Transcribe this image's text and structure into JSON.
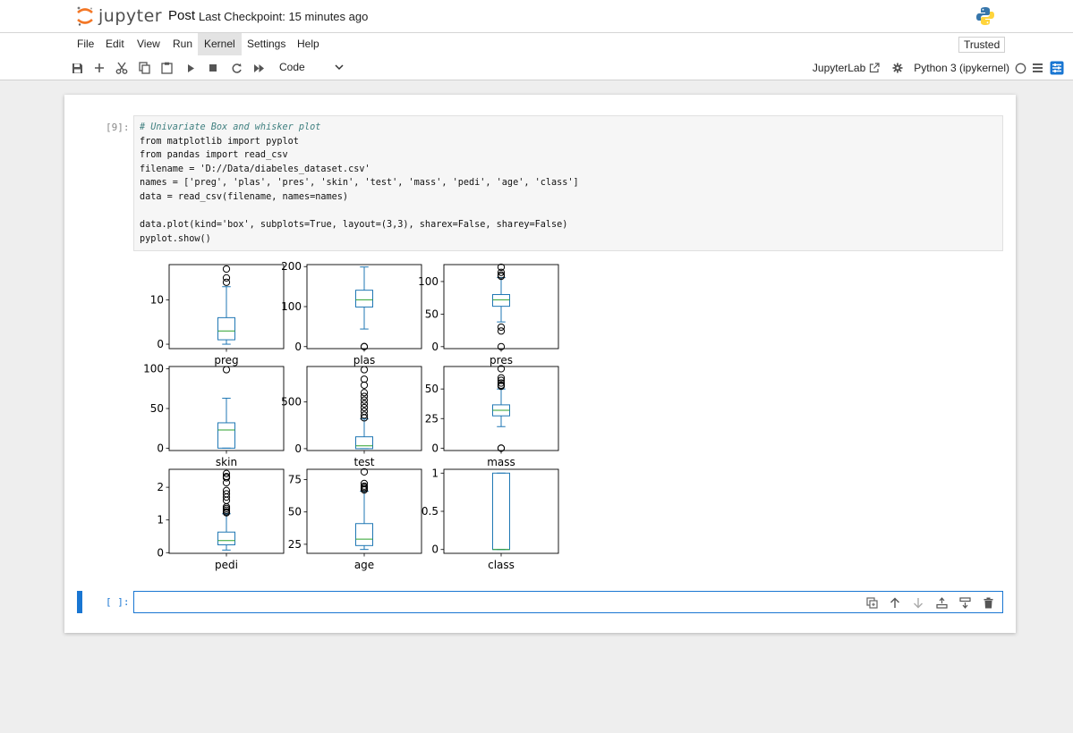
{
  "header": {
    "logo_text": "jupyter",
    "notebook_title": "Post",
    "checkpoint": "Last Checkpoint: 15 minutes ago"
  },
  "menu": [
    "File",
    "Edit",
    "View",
    "Run",
    "Kernel",
    "Settings",
    "Help"
  ],
  "menu_active": "Kernel",
  "trusted": "Trusted",
  "toolbar": {
    "icons": [
      "save-icon",
      "add-icon",
      "cut-icon",
      "copy-icon",
      "paste-icon",
      "run-icon",
      "stop-icon",
      "restart-icon",
      "fast-forward-icon"
    ],
    "cell_type": "Code",
    "jupyterlab": "JupyterLab",
    "kernel": "Python 3 (ipykernel)"
  },
  "cell1": {
    "prompt": "[9]:",
    "code": [
      "# Univariate Box and whisker plot",
      "from matplotlib import pyplot",
      "from pandas import read_csv",
      "filename = 'D://Data/diabeles_dataset.csv'",
      "names = ['preg', 'plas', 'pres', 'skin', 'test', 'mass', 'pedi', 'age', 'class']",
      "data = read_csv(filename, names=names)",
      "",
      "data.plot(kind='box', subplots=True, layout=(3,3), sharex=False, sharey=False)",
      "pyplot.show()"
    ]
  },
  "cell2": {
    "prompt": "[ ]:"
  },
  "cell_toolbar_icons": [
    "duplicate-icon",
    "move-up-icon",
    "move-down-icon",
    "insert-above-icon",
    "insert-below-icon",
    "delete-icon"
  ],
  "colors": {
    "box": "#1f77b4",
    "median": "#2ca02c",
    "accent": "#1976d2"
  },
  "chart_data": {
    "type": "box",
    "layout": "3x3",
    "subplots": [
      {
        "label": "preg",
        "ylim": [
          -1,
          18
        ],
        "yticks": [
          0,
          10
        ],
        "whisker_low": 0,
        "q1": 1,
        "median": 3,
        "q3": 6,
        "whisker_high": 13,
        "outliers": [
          14,
          15,
          17
        ]
      },
      {
        "label": "plas",
        "ylim": [
          -5,
          205
        ],
        "yticks": [
          0,
          100,
          200
        ],
        "whisker_low": 44,
        "q1": 99,
        "median": 117,
        "q3": 141,
        "whisker_high": 199,
        "outliers": [
          0,
          0
        ]
      },
      {
        "label": "pres",
        "ylim": [
          -3,
          126
        ],
        "yticks": [
          0,
          50,
          100
        ],
        "whisker_low": 38,
        "q1": 62,
        "median": 72,
        "q3": 80,
        "whisker_high": 106,
        "outliers": [
          0,
          24,
          30,
          108,
          110,
          114,
          122
        ]
      },
      {
        "label": "skin",
        "ylim": [
          -3,
          103
        ],
        "yticks": [
          0,
          50,
          100
        ],
        "whisker_low": 0,
        "q1": 0,
        "median": 23,
        "q3": 32,
        "whisker_high": 63,
        "outliers": [
          99
        ]
      },
      {
        "label": "test",
        "ylim": [
          -20,
          880
        ],
        "yticks": [
          0,
          500
        ],
        "whisker_low": 0,
        "q1": 0,
        "median": 30,
        "q3": 127,
        "whisker_high": 318,
        "outliers": [
          330,
          360,
          400,
          440,
          480,
          520,
          560,
          600,
          680,
          744,
          846
        ]
      },
      {
        "label": "mass",
        "ylim": [
          -2,
          69
        ],
        "yticks": [
          0,
          25,
          50
        ],
        "whisker_low": 18.2,
        "q1": 27.3,
        "median": 32,
        "q3": 36.6,
        "whisker_high": 50,
        "outliers": [
          0,
          0,
          52.3,
          53.2,
          55,
          57.3,
          59.4,
          67.1
        ]
      },
      {
        "label": "pedi",
        "ylim": [
          -0.02,
          2.55
        ],
        "yticks": [
          0,
          1,
          2
        ],
        "whisker_low": 0.08,
        "q1": 0.24,
        "median": 0.37,
        "q3": 0.63,
        "whisker_high": 1.19,
        "outliers": [
          1.22,
          1.25,
          1.3,
          1.35,
          1.4,
          1.6,
          1.7,
          1.8,
          1.9,
          2.14,
          2.29,
          2.33,
          2.42
        ]
      },
      {
        "label": "age",
        "ylim": [
          18,
          83
        ],
        "yticks": [
          25,
          50,
          75
        ],
        "whisker_low": 21,
        "q1": 24,
        "median": 29,
        "q3": 41,
        "whisker_high": 66,
        "outliers": [
          67,
          68,
          69,
          70,
          72,
          81
        ]
      },
      {
        "label": "class",
        "ylim": [
          -0.05,
          1.05
        ],
        "yticks": [
          0.0,
          0.5,
          1.0
        ],
        "whisker_low": 0,
        "q1": 0,
        "median": 0,
        "q3": 1,
        "whisker_high": 1,
        "outliers": []
      }
    ]
  }
}
